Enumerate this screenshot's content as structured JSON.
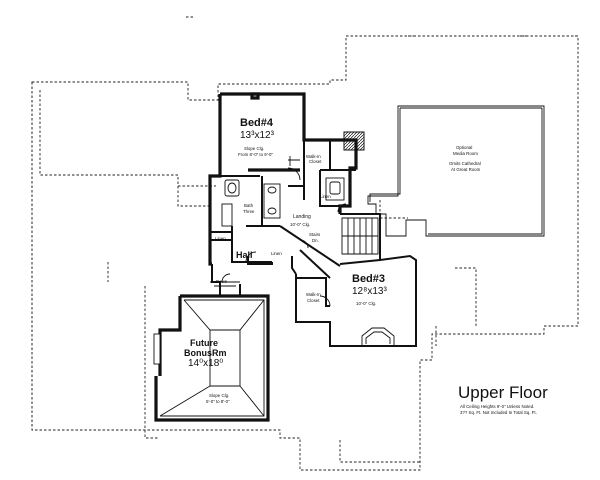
{
  "rooms": {
    "bed4": {
      "name": "Bed#4",
      "size": "13³x12³",
      "note1": "Slope Clg.",
      "note2": "From 8'-0\" to 9'-0\""
    },
    "bed3": {
      "name": "Bed#3",
      "size": "12⁸x13³",
      "note": "10'-0\" Clg."
    },
    "bonus": {
      "name1": "Future",
      "name2": "BonusRm",
      "size": "14⁰x18⁰",
      "note1": "Slope Clg.",
      "note2": "5'-0\" to 8'-0\""
    },
    "media": {
      "line1": "Optional",
      "line2": "Media Room",
      "line3": "Omits Cathedral",
      "line4": "At Great Room"
    },
    "landing": {
      "line1": "Landing",
      "line2": "10'-0\" Clg."
    },
    "walkin_top": {
      "line1": "Walk-In",
      "line2": "Closet"
    },
    "walkin_bottom": {
      "line1": "Walk-In",
      "line2": "Closet"
    },
    "bath": {
      "line1": "Bath",
      "line2": "Three"
    },
    "hall": "Hall",
    "linen_left": "Linen",
    "linen_mid": "Linen",
    "linen_right": "Linen",
    "stairs": {
      "line1": "Stairs",
      "line2": "Dn."
    },
    "down": "Down"
  },
  "title": {
    "heading": "Upper Floor",
    "note1": "All Ceiling Heights 9'-0\" Unless Noted.",
    "note2": "3?? Sq. Ft. Not Included In Total Sq. Ft."
  }
}
